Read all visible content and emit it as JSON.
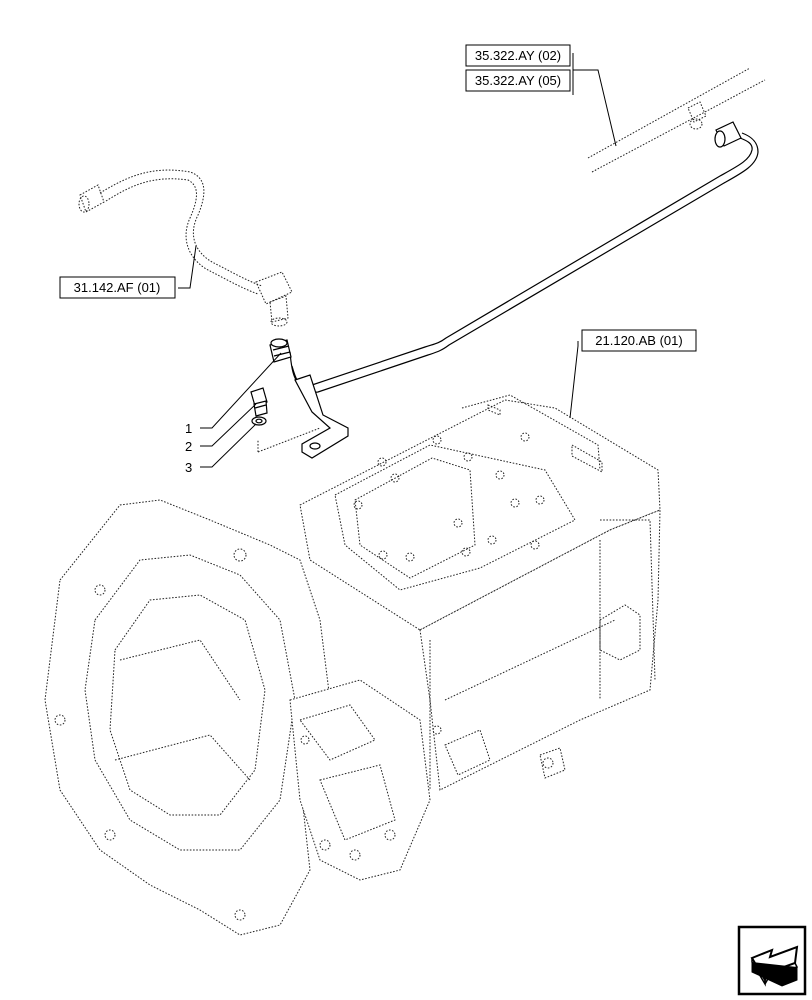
{
  "references": {
    "ref_35322_ay_02": "35.322.AY (02)",
    "ref_35322_ay_05": "35.322.AY (05)",
    "ref_31142_af_01": "31.142.AF (01)",
    "ref_21120_ab_01": "21.120.AB (01)"
  },
  "callouts": {
    "item_1": "1",
    "item_2": "2",
    "item_3": "3"
  },
  "nav": {
    "icon": "arrow-previous-icon"
  }
}
